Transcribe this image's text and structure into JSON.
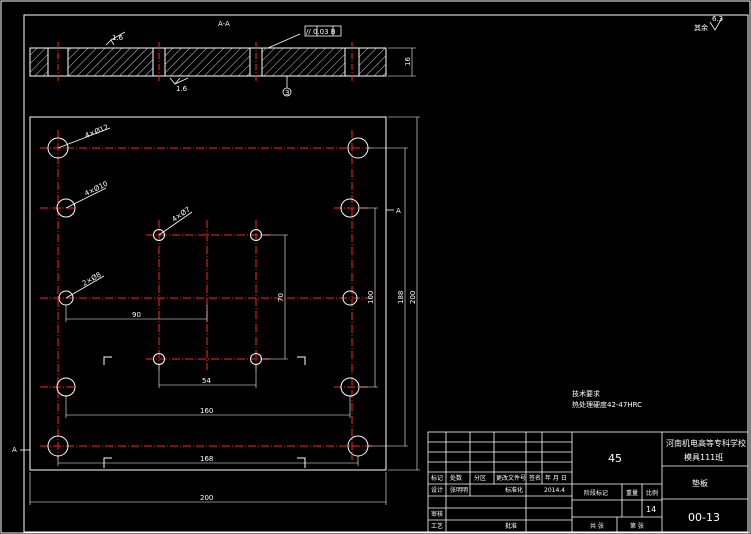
{
  "section": {
    "title": "A-A",
    "callout": "3"
  },
  "section_dims": {
    "thickness": "16",
    "roughness_top": "1.6",
    "roughness_bottom": "1.6",
    "parallelism": "// 0.03 B"
  },
  "plan_dims": {
    "hole_4x12": "4×Ø12",
    "hole_4x10": "4×Ø10",
    "hole_4x7": "4×Ø7",
    "hole_2x8": "2×Ø8",
    "d90": "90",
    "d70": "70",
    "d54": "54",
    "d100": "100",
    "d160": "160",
    "d168": "168",
    "d188": "188",
    "d200_h": "200",
    "d200_v": "200",
    "section_mark": "A"
  },
  "roughness_corner": {
    "label": "其余",
    "value": "6.3"
  },
  "tech_req": {
    "title": "技术要求",
    "line1": "热处理硬度42-47HRC"
  },
  "title_block": {
    "material": "45",
    "school": "河南机电高等专科学校",
    "class": "模具111班",
    "part_name": "垫板",
    "drawing_no": "00-13",
    "qty": "14",
    "date": "2014.4",
    "h_mark": "标记",
    "h_count": "处数",
    "h_zone": "分区",
    "h_change": "更改文件号",
    "h_sign": "签名",
    "h_date": "年 月 日",
    "h_design": "设计",
    "designer": "张明明",
    "h_std": "标准化",
    "h_stage": "阶段标记",
    "h_weight": "重量",
    "h_scale": "比例",
    "h_review": "审核",
    "h_process": "工艺",
    "h_approve": "批准",
    "h_sheets": "共 张",
    "h_sheet": "第 张"
  }
}
